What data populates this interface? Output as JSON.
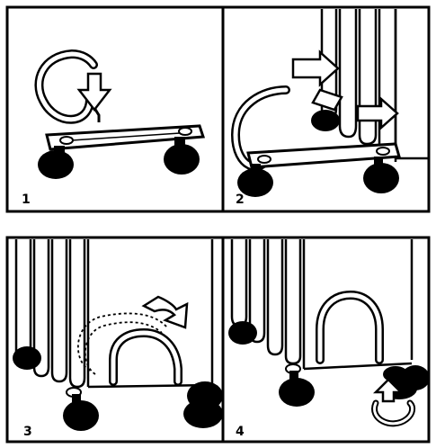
{
  "panels": [
    {
      "id": "panel-1",
      "number": "1"
    },
    {
      "id": "panel-2",
      "number": "2"
    },
    {
      "id": "panel-3",
      "number": "3"
    },
    {
      "id": "panel-4",
      "number": "4"
    }
  ],
  "colors": {
    "ink": "#000000",
    "paper": "#ffffff"
  }
}
